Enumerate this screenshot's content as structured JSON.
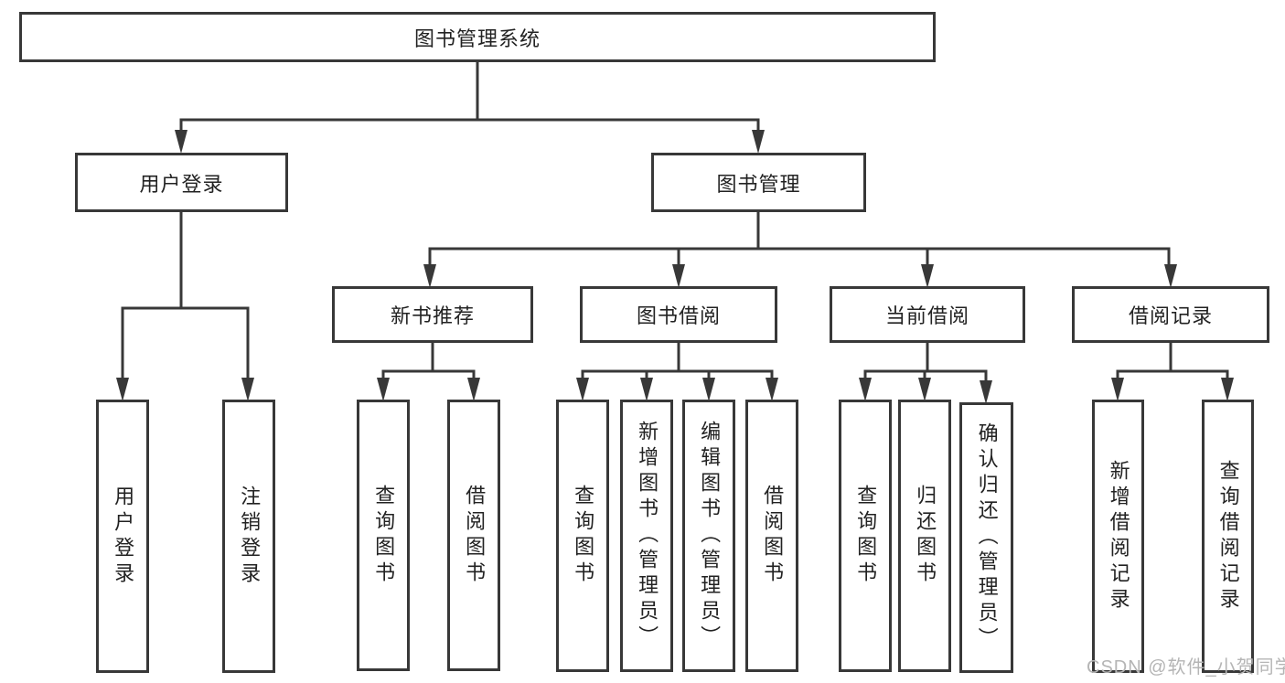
{
  "diagram": {
    "root": {
      "label": "图书管理系统"
    },
    "branches": {
      "user_login": {
        "label": "用户登录",
        "children": [
          {
            "label": "用户登录"
          },
          {
            "label": "注销登录"
          }
        ]
      },
      "book_mgmt": {
        "label": "图书管理",
        "children": [
          {
            "label": "新书推荐",
            "children": [
              {
                "label": "查询图书"
              },
              {
                "label": "借阅图书"
              }
            ]
          },
          {
            "label": "图书借阅",
            "children": [
              {
                "label": "查询图书"
              },
              {
                "label": "新增图书（管理员）"
              },
              {
                "label": "编辑图书（管理员）"
              },
              {
                "label": "借阅图书"
              }
            ]
          },
          {
            "label": "当前借阅",
            "children": [
              {
                "label": "查询图书"
              },
              {
                "label": "归还图书"
              },
              {
                "label": "确认归还（管理员）"
              }
            ]
          },
          {
            "label": "借阅记录",
            "children": [
              {
                "label": "新增借阅记录"
              },
              {
                "label": "查询借阅记录"
              }
            ]
          }
        ]
      }
    }
  },
  "watermark": {
    "text": "CSDN @软件_小贺同学"
  },
  "colors": {
    "line": "#383838",
    "box_border": "#383838",
    "text": "#222222",
    "background": "#ffffff",
    "watermark": "#b5b5b5"
  }
}
